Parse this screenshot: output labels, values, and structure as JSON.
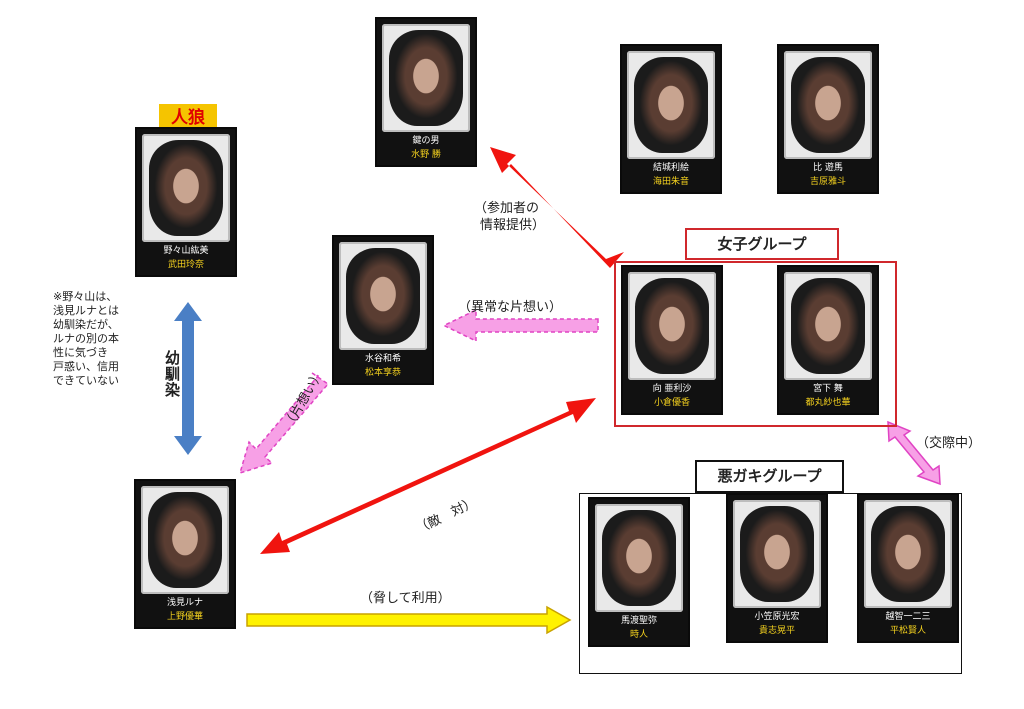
{
  "wolf_badge": "人狼",
  "cards": {
    "nonoyama": {
      "role": "野々山紘美",
      "actor": "武田玲奈"
    },
    "kagi": {
      "role": "鍵の男",
      "actor": "水野 勝"
    },
    "yuki": {
      "role": "結城利絵",
      "actor": "海田朱音"
    },
    "hiyuma": {
      "role": "比 遊馬",
      "actor": "吉原雅斗"
    },
    "mizutani": {
      "role": "水谷和希",
      "actor": "松本享恭"
    },
    "mukai": {
      "role": "向 亜利沙",
      "actor": "小倉優香"
    },
    "miyashita": {
      "role": "宮下 舞",
      "actor": "都丸紗也華"
    },
    "asami": {
      "role": "浅見ルナ",
      "actor": "上野優華"
    },
    "mawatari": {
      "role": "馬渡聖弥",
      "actor": "時人"
    },
    "ogasawara": {
      "role": "小笠原光宏",
      "actor": "貴志晃平"
    },
    "ochi": {
      "role": "越智一二三",
      "actor": "平松賢人"
    }
  },
  "groups": {
    "girls": "女子グループ",
    "bad_boys": "悪ガキグループ"
  },
  "relations": {
    "info": [
      "（参加者の",
      "情報提供）"
    ],
    "abnormal_love": "（異常な片想い）",
    "unrequited": "（片想い）",
    "childhood": "幼馴染",
    "enemy": "（敵　対）",
    "dating": "（交際中）",
    "threat": "（脅して利用）"
  },
  "note": [
    "※野々山は、",
    "浅見ルナとは",
    "幼馴染だが、",
    "ルナの別の本",
    "性に気づき",
    "戸惑い、信用",
    "できていない"
  ],
  "colors": {
    "red": "#f0140f",
    "pink": "#f7a0e6",
    "blue": "#4a7fc5",
    "yellow": "#fff200",
    "wolf_bg": "#f5c400",
    "wolf_text": "#e00000",
    "girls_border": "#d0282c"
  }
}
